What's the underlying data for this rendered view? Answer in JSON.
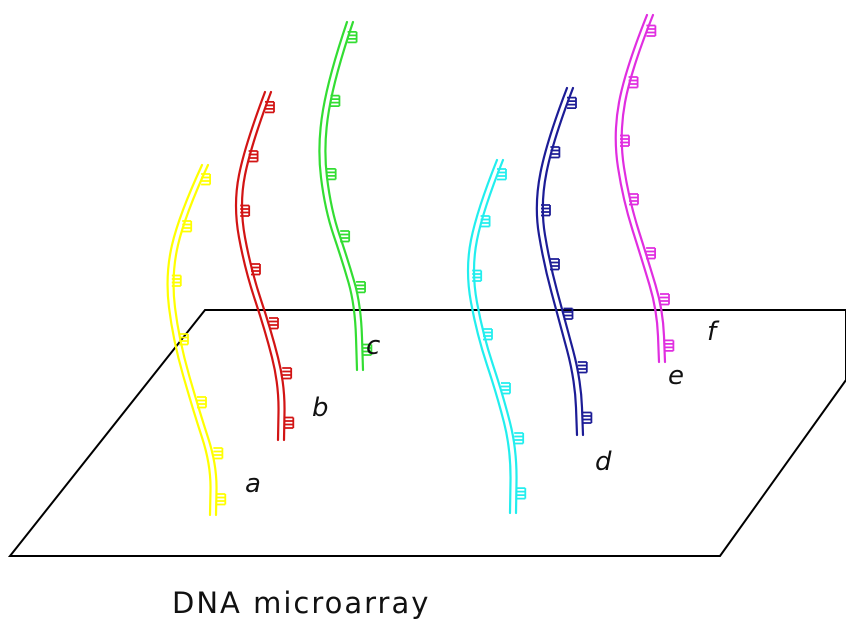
{
  "caption": "DNA microarray",
  "slide": {
    "stroke": "#000000"
  },
  "strands": [
    {
      "id": "a",
      "label": "a",
      "color": "#ffff00"
    },
    {
      "id": "b",
      "label": "b",
      "color": "#d21414"
    },
    {
      "id": "c",
      "label": "c",
      "color": "#33dd33"
    },
    {
      "id": "d",
      "label": "d",
      "color": "#1c1c96"
    },
    {
      "id": "e",
      "label": "e",
      "color": "#e02ee0"
    },
    {
      "id": "cyan",
      "label": "",
      "color": "#22eeee"
    }
  ],
  "plane_label": "f"
}
